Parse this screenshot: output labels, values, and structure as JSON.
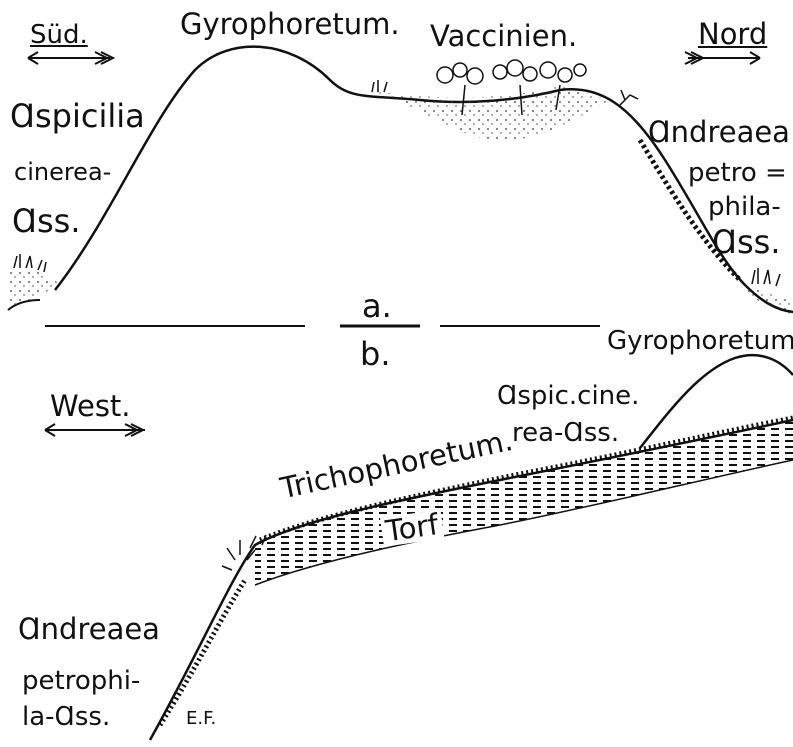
{
  "diagram": {
    "panel_a": {
      "direction_left": "Süd.",
      "direction_right": "Nord",
      "top_label": "Gyrophoretum.",
      "center_label": "Vaccinien.",
      "left_labels": [
        "Ɑspicilia",
        "cinerea-",
        "Ɑss."
      ],
      "right_labels": [
        "Ɑndreaea",
        "petro =",
        "phila-",
        "Ɑss."
      ],
      "marker": "a."
    },
    "panel_b": {
      "marker": "b.",
      "direction_left": "West.",
      "top_right_label": "Gyrophoretum.",
      "upper_labels": [
        "Ɑspic.cine.",
        "rea-Ɑss."
      ],
      "slope_label": "Trichophoretum.",
      "peat_label": "Torf",
      "left_labels": [
        "Ɑndreaea",
        "petrophi-",
        "la-Ɑss."
      ],
      "signature": "E.F."
    },
    "colors": {
      "ink": "#111111",
      "paper": "#ffffff"
    }
  }
}
